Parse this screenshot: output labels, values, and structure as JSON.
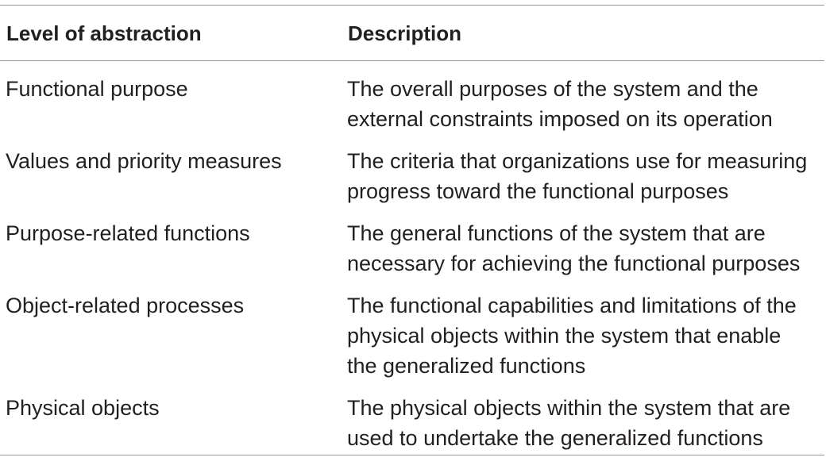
{
  "table": {
    "headers": {
      "level": "Level of abstraction",
      "description": "Description"
    },
    "rows": [
      {
        "level": "Functional purpose",
        "description_lines": [
          "The overall purposes of the system and the",
          "external constraints imposed on its operation"
        ]
      },
      {
        "level": "Values and priority measures",
        "description_lines": [
          "The criteria that organizations use for measuring",
          "progress toward the functional purposes"
        ]
      },
      {
        "level": "Purpose-related functions",
        "description_lines": [
          "The general functions of the system that are",
          "necessary for achieving the functional purposes"
        ]
      },
      {
        "level": "Object-related processes",
        "description_lines": [
          "The functional capabilities and limitations of the",
          "physical objects within the system that enable",
          "the generalized functions"
        ]
      },
      {
        "level": "Physical objects",
        "description_lines": [
          "The physical objects within the system that are",
          "used to undertake the generalized functions"
        ]
      }
    ]
  }
}
